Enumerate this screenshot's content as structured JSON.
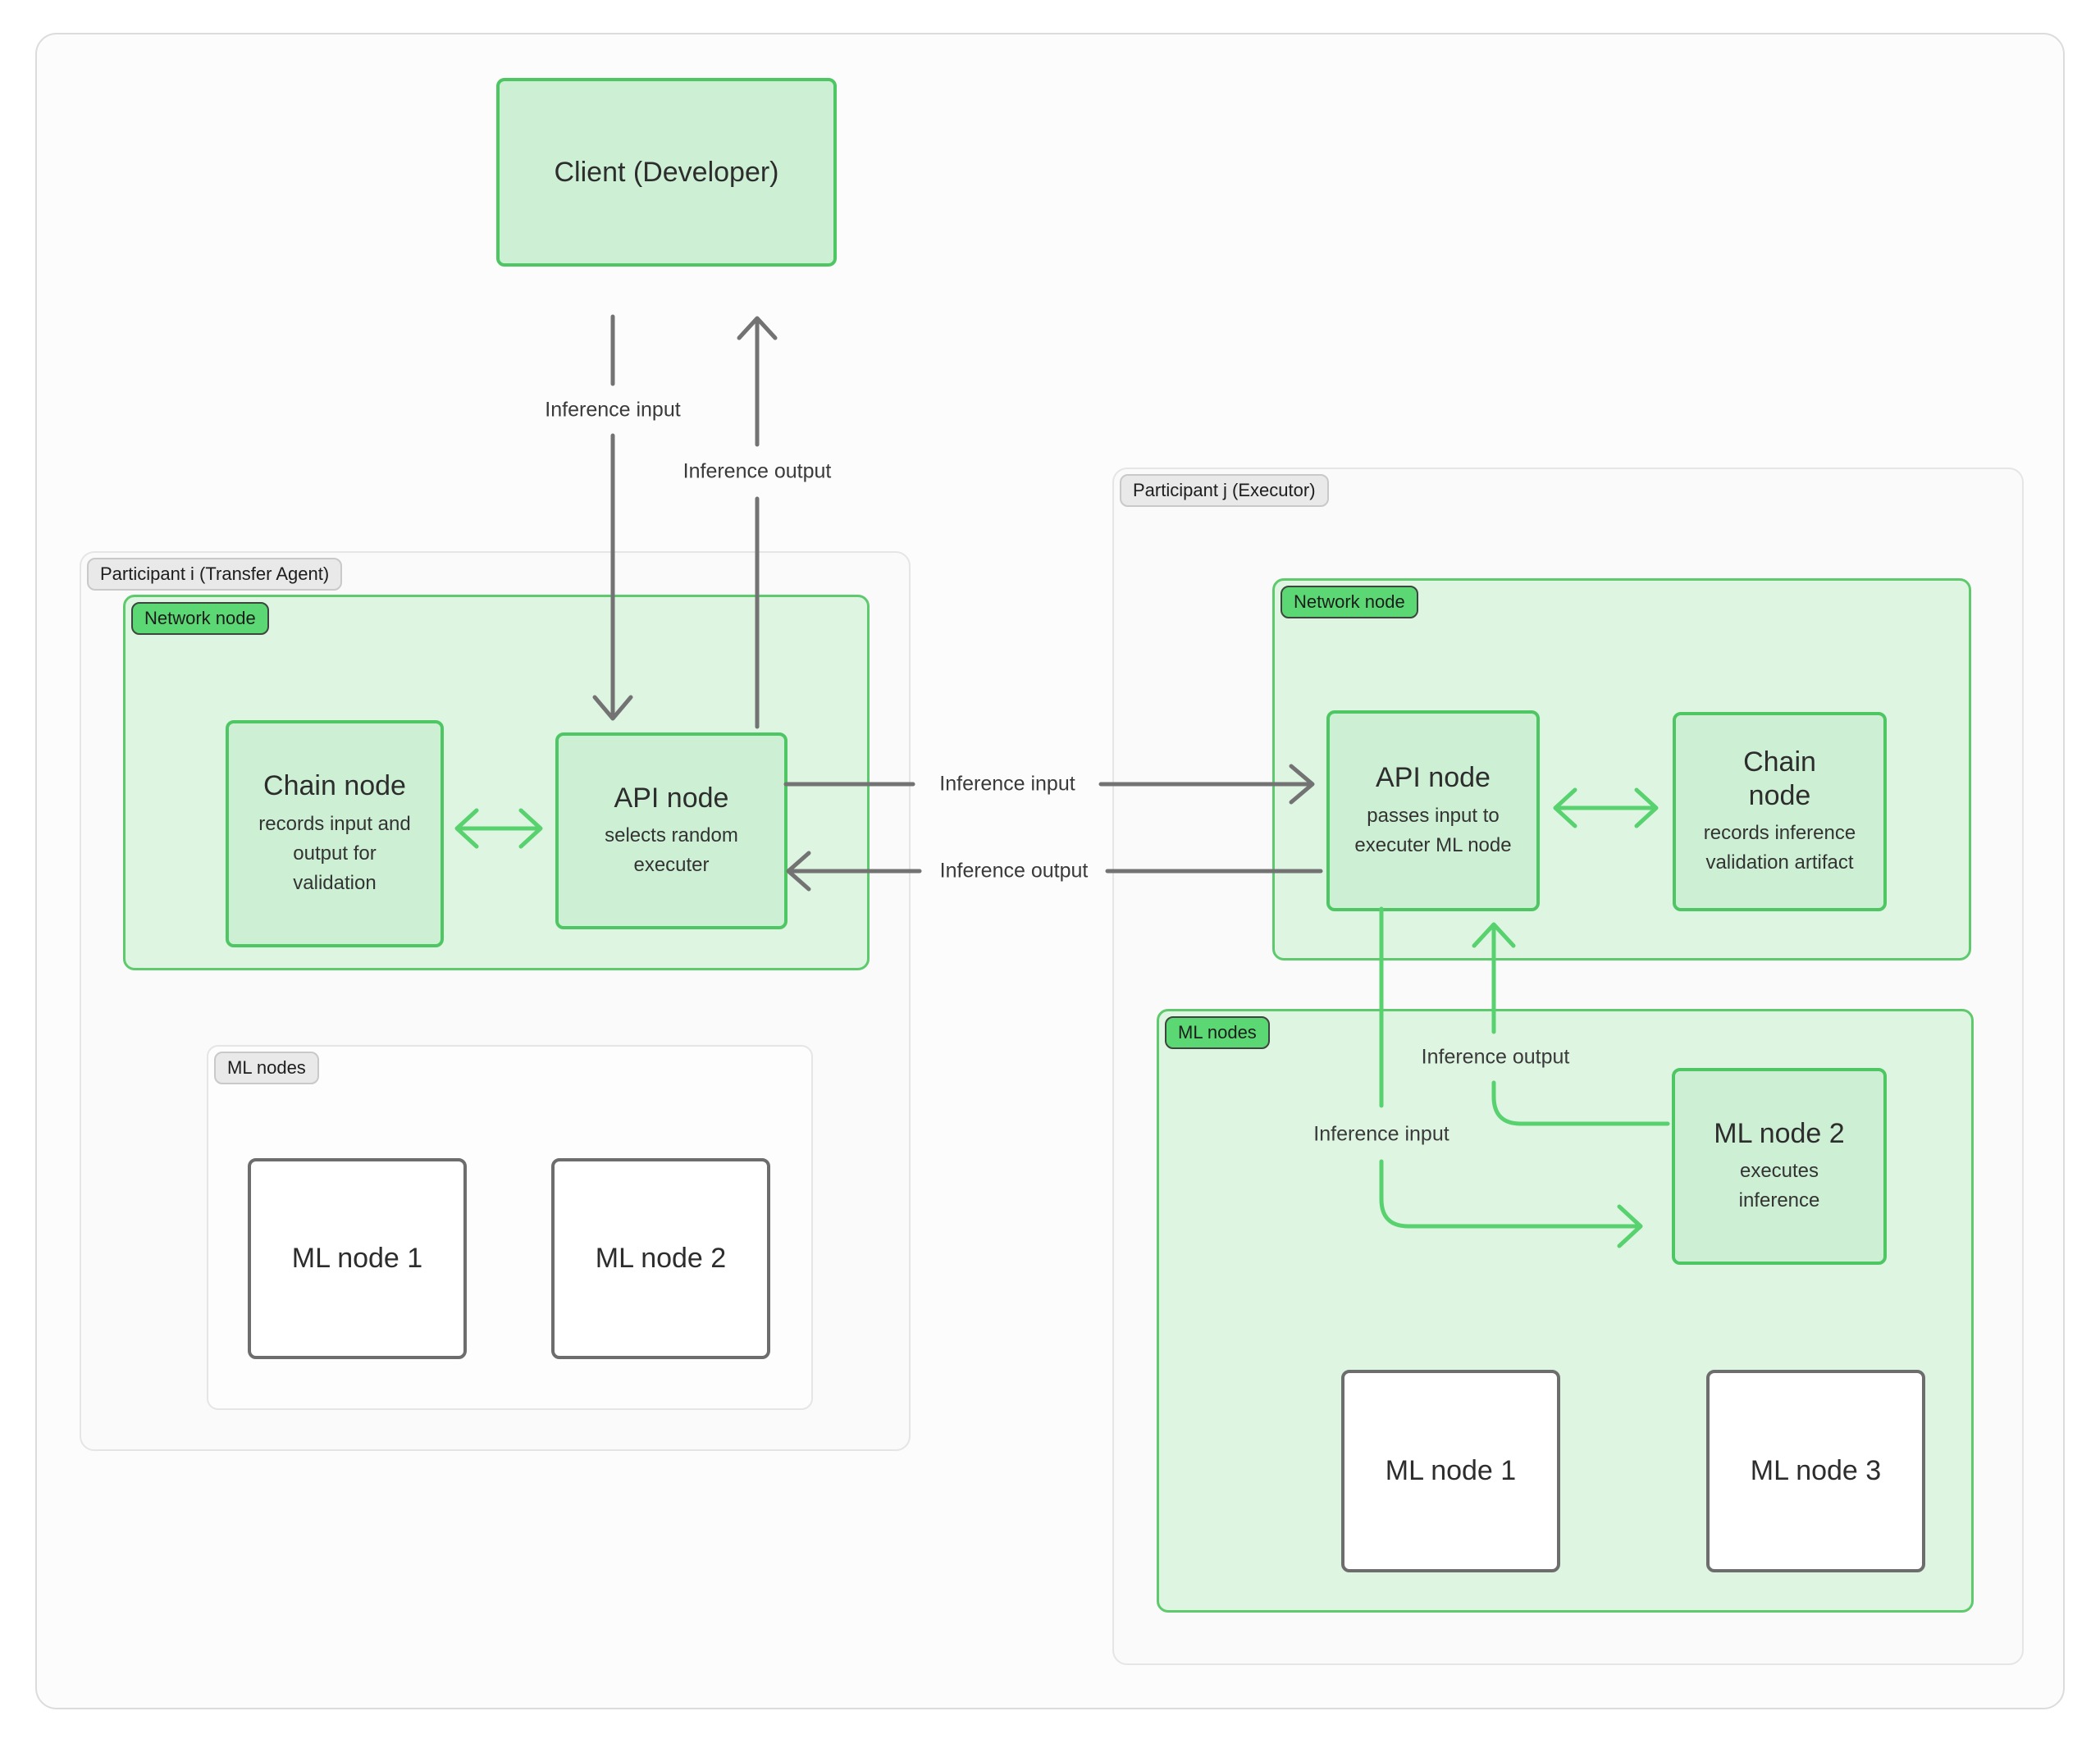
{
  "client": {
    "label": "Client (Developer)"
  },
  "connections": {
    "client_to_api_label": "Inference input",
    "api_to_client_label": "Inference output",
    "i_to_j_input_label": "Inference input",
    "j_to_i_output_label": "Inference output",
    "api_to_ml_input_label": "Inference input",
    "ml_to_api_output_label": "Inference output"
  },
  "participant_i": {
    "label": "Participant i (Transfer Agent)",
    "network_node": {
      "label": "Network node",
      "chain_node": {
        "title": "Chain node",
        "subtitle": "records input and output for validation"
      },
      "api_node": {
        "title": "API node",
        "subtitle": "selects random executer"
      }
    },
    "ml_nodes": {
      "label": "ML nodes",
      "node_1": {
        "title": "ML node 1"
      },
      "node_2": {
        "title": "ML node 2"
      }
    }
  },
  "participant_j": {
    "label": "Participant j (Executor)",
    "network_node": {
      "label": "Network node",
      "api_node": {
        "title": "API node",
        "subtitle": "passes input to executer ML node"
      },
      "chain_node": {
        "title": "Chain node",
        "subtitle": "records inference validation artifact"
      }
    },
    "ml_nodes": {
      "label": "ML nodes",
      "executor_node": {
        "title": "ML node 2",
        "subtitle": "executes inference"
      },
      "node_1": {
        "title": "ML node 1"
      },
      "node_3": {
        "title": "ML node 3"
      }
    }
  },
  "colors": {
    "node_green_fill": "#cdf0d5",
    "node_green_border": "#4fc664",
    "container_green_fill": "#def5e2",
    "container_green_border": "#5fc96d",
    "pill_green_fill": "#5bd873",
    "pill_gray_fill": "#e9e9e9",
    "ml_box_border": "#6d6d6d",
    "arrow_gray": "#737373",
    "arrow_green": "#58d16f"
  }
}
